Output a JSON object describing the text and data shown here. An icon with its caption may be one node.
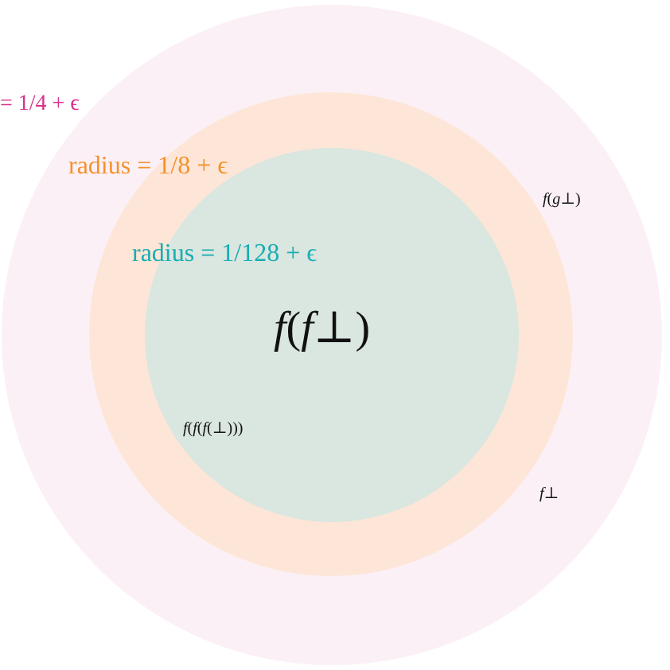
{
  "diagram": {
    "nodes": [
      {
        "text": [],
        "shape": "circle",
        "beside": [
          "= 1/4 + ϵ"
        ]
      },
      {
        "text": [],
        "shape": "circle",
        "in": 0,
        "beside": [
          "radius = 1/8 + ϵ"
        ]
      },
      {
        "text": [
          "radius = 1/128 + ϵ",
          "*f*(*f*⊥)",
          "*f*(*f*(*f*(⊥)))"
        ],
        "in": 1
      }
    ],
    "labels": [
      "*f*(*g*⊥)",
      "*f*⊥"
    ]
  }
}
